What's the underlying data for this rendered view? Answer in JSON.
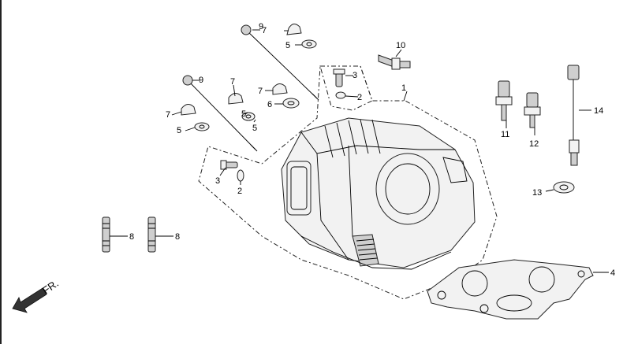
{
  "callouts": {
    "c2a": "2",
    "c2b": "2",
    "c3a": "3",
    "c3b": "3",
    "c4": "4",
    "c5a": "5",
    "c5b": "5",
    "c5c": "5",
    "c6": "6",
    "c7a": "7",
    "c7b": "7",
    "c7c": "7",
    "c7d": "7",
    "c8a": "8",
    "c8b": "8",
    "c9a": "9",
    "c9b": "9",
    "c10": "10",
    "c11": "11",
    "c12": "12",
    "c13": "13",
    "c14": "14",
    "c1": "1"
  },
  "direction_label": "FR.",
  "colors": {
    "line": "#000000",
    "part_fill": "#f2f2f2",
    "shade": "#cfcfcf"
  }
}
